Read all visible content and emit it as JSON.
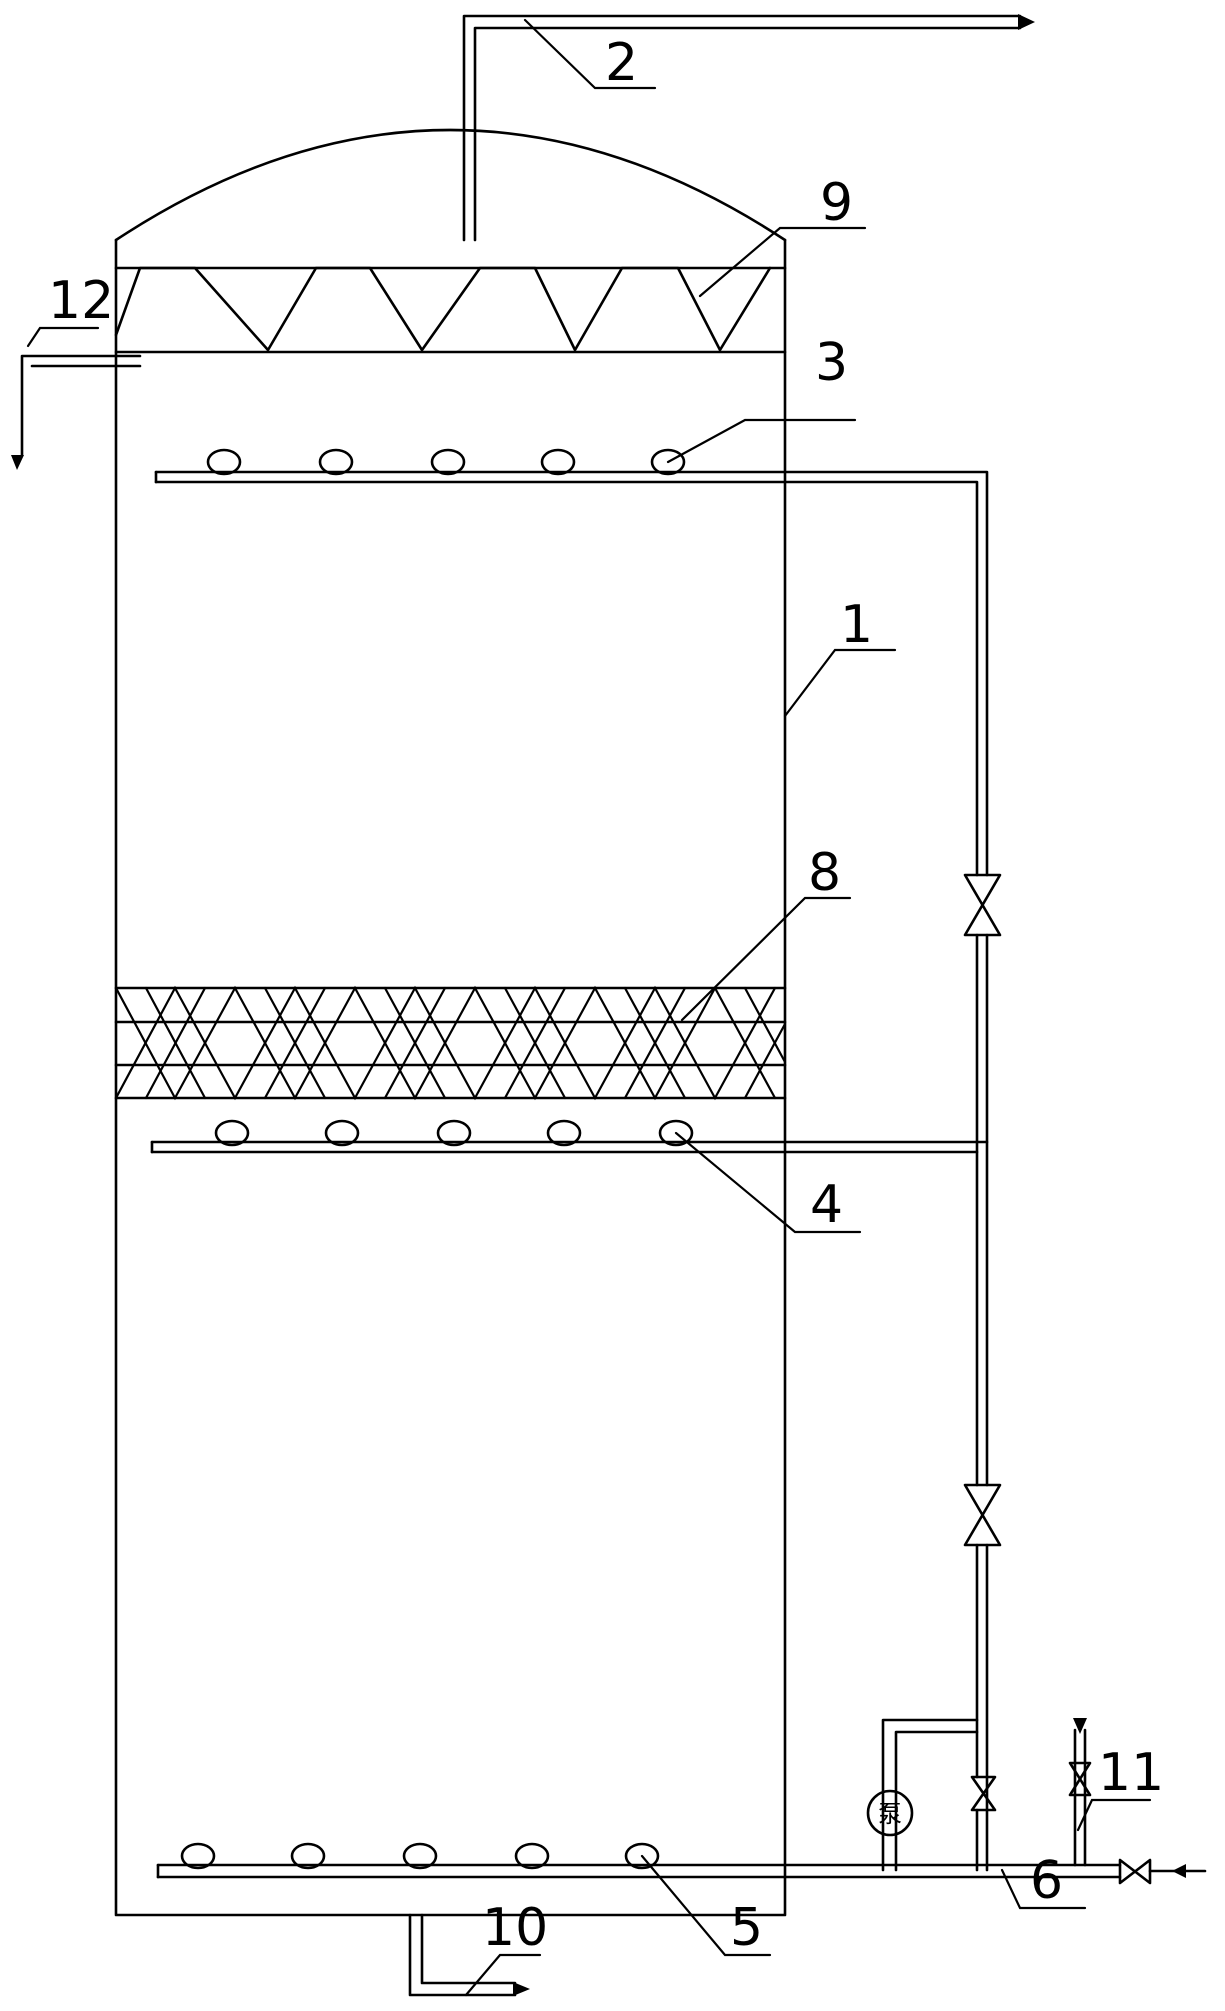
{
  "labels": {
    "vessel": "1",
    "gas_outlet": "2",
    "upper_distributor": "3",
    "middle_distributor": "4",
    "bottom_distributor": "5",
    "inlet_pipe": "6",
    "packing_layer": "8",
    "demister": "9",
    "bottom_drain": "10",
    "side_feed": "11",
    "overflow_outlet": "12"
  },
  "pump_symbol": "泵",
  "icons": {
    "valve": "bowtie-valve-icon",
    "arrow": "arrowhead-icon"
  }
}
